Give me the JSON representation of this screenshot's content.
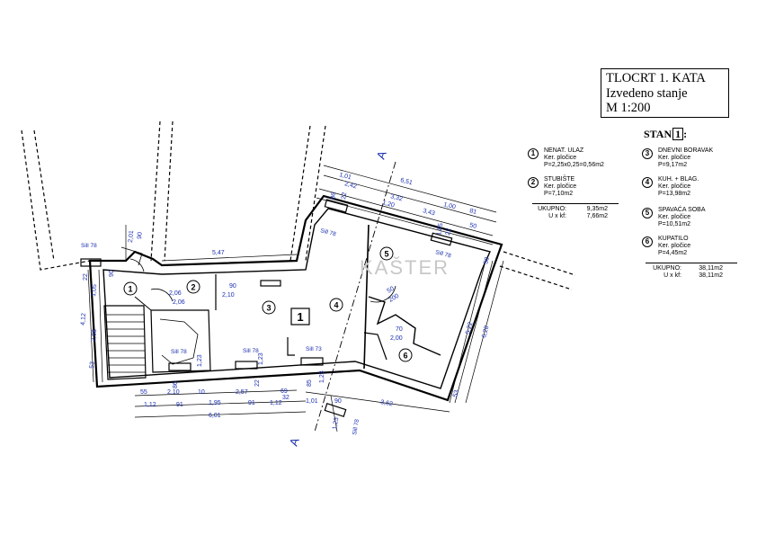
{
  "title": {
    "line1": "TLOCRT 1. KATA",
    "line2": "Izvedeno stanje",
    "line3": "M 1:200"
  },
  "apartment": {
    "label": "STAN",
    "number": "1"
  },
  "rooms": [
    {
      "no": "1",
      "name": "NENAT. ULAZ",
      "finish": "Ker. pločice",
      "area": "P=2,25x0,25=0,56m2"
    },
    {
      "no": "2",
      "name": "STUBIŠTE",
      "finish": "Ker. pločice",
      "area": "P=7,10m2"
    },
    {
      "no": "3",
      "name": "DNEVNI BORAVAK",
      "finish": "Ker. pločice",
      "area": "P=9,17m2"
    },
    {
      "no": "4",
      "name": "KUH. + BLAG.",
      "finish": "Ker. pločice",
      "area": "P=13,98m2"
    },
    {
      "no": "5",
      "name": "SPAVAĆA SOBA",
      "finish": "Ker. pločice",
      "area": "P=10,51m2"
    },
    {
      "no": "6",
      "name": "KUPATILO",
      "finish": "Ker. pločice",
      "area": "P=4,45m2"
    }
  ],
  "totals_left": {
    "label1": "UKUPNO:",
    "value1": "9,35m2",
    "label2": "U x kf:",
    "value2": "7,66m2"
  },
  "totals_right": {
    "label1": "UKUPNO:",
    "value1": "38,11m2",
    "label2": "U x kf:",
    "value2": "38,11m2"
  },
  "plan": {
    "apartment_marker": "1",
    "section_marks": [
      "A",
      "A"
    ],
    "room_markers": [
      "1",
      "2",
      "3",
      "4",
      "5",
      "6"
    ],
    "watermark": "KAŠTER",
    "dimensions": [
      "6,51",
      "1,01",
      "2,42",
      "3,32",
      "1,20",
      "3,43",
      "1,00",
      "81",
      "50",
      "5,47",
      "2,01",
      "90",
      "4,12",
      "1,05",
      "2,08",
      "53",
      "2,06",
      "2,06",
      "90",
      "2,10",
      "55",
      "2,10",
      "10",
      "2,57",
      "69",
      "1,12",
      "91",
      "1,95",
      "91",
      "1,12",
      "32",
      "6,01",
      "1,01",
      "90",
      "3,62",
      "5,22",
      "6,28",
      "50",
      "53",
      "50",
      "200",
      "70",
      "2,00",
      "1,23",
      "1,23",
      "1,23",
      "1,23",
      "90",
      "22",
      "86",
      "22",
      "85",
      "86",
      "22",
      "1,85",
      "22"
    ],
    "sills": [
      "Sill 78",
      "Sill 78",
      "Sill 78",
      "Sill 78",
      "Sill 78",
      "Sill 73",
      "Sill 78"
    ]
  }
}
